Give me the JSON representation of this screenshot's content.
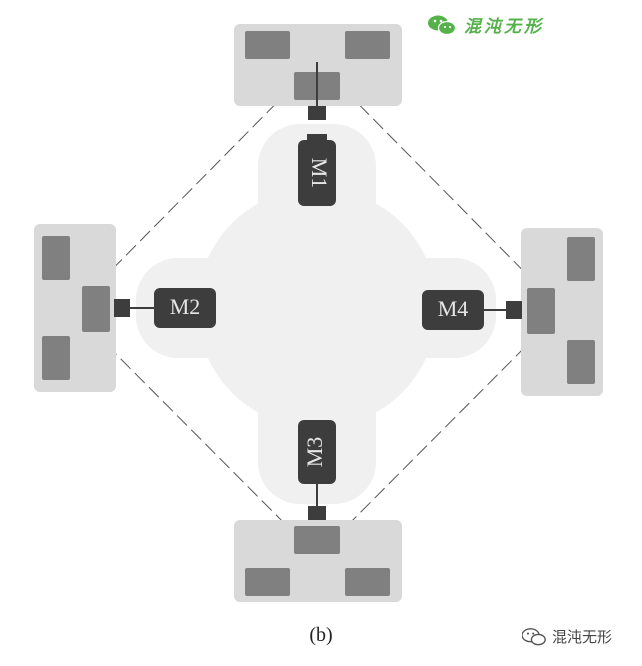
{
  "watermark": {
    "top_text": "混沌无形",
    "bottom_text": "混沌无形"
  },
  "motors": {
    "m1": "M1",
    "m2": "M2",
    "m3": "M3",
    "m4": "M4"
  },
  "caption": "(b)",
  "colors": {
    "body": "#f0f0f0",
    "wheel_frame": "#d9d9d9",
    "wheel_pad": "#808080",
    "motor": "#3d3d3d",
    "motor_text": "#e6e6e6",
    "dash": "#555555",
    "brand_green": "#55b24a"
  }
}
